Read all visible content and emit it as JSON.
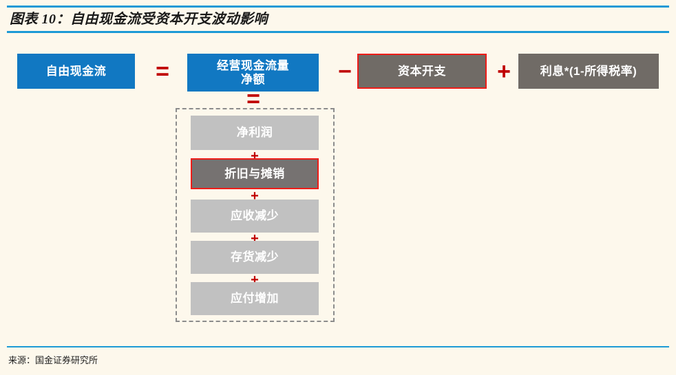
{
  "header": {
    "title": "图表 10：自由现金流受资本开支波动影响"
  },
  "footer": {
    "source": "来源：国金证券研究所"
  },
  "colors": {
    "accent_rule": "#1c9ad6",
    "box_blue": "#1178c2",
    "box_gray_dark": "#706b66",
    "box_gray_light": "#c1c1c1",
    "box_gray_mid": "#767271",
    "operator_red": "#c00000",
    "highlight_border": "#ee1c18",
    "background": "#fdf8ec"
  },
  "diagram": {
    "type": "formula-flow",
    "top_row": {
      "result": {
        "label": "自由现金流",
        "style": "blue"
      },
      "op_equals": "=",
      "operand_1": {
        "label": "经营现金流量\n净额",
        "label_line1": "经营现金流量",
        "label_line2": "净额",
        "style": "blue"
      },
      "op_minus": "−",
      "operand_2": {
        "label": "资本开支",
        "style": "gray-dark",
        "highlighted": true
      },
      "op_plus": "+",
      "operand_3": {
        "label": "利息*(1-所得税率)",
        "style": "gray-dark",
        "highlighted": false
      }
    },
    "breakdown": {
      "op_equals": "=",
      "container": "dashed",
      "items": [
        {
          "label": "净利润",
          "style": "gray-light",
          "highlighted": false
        },
        {
          "label": "折旧与摊销",
          "style": "gray-mid",
          "highlighted": true
        },
        {
          "label": "应收减少",
          "style": "gray-light",
          "highlighted": false
        },
        {
          "label": "存货减少",
          "style": "gray-light",
          "highlighted": false
        },
        {
          "label": "应付增加",
          "style": "gray-light",
          "highlighted": false
        }
      ],
      "separators": [
        "+",
        "+",
        "+",
        "+"
      ]
    }
  }
}
